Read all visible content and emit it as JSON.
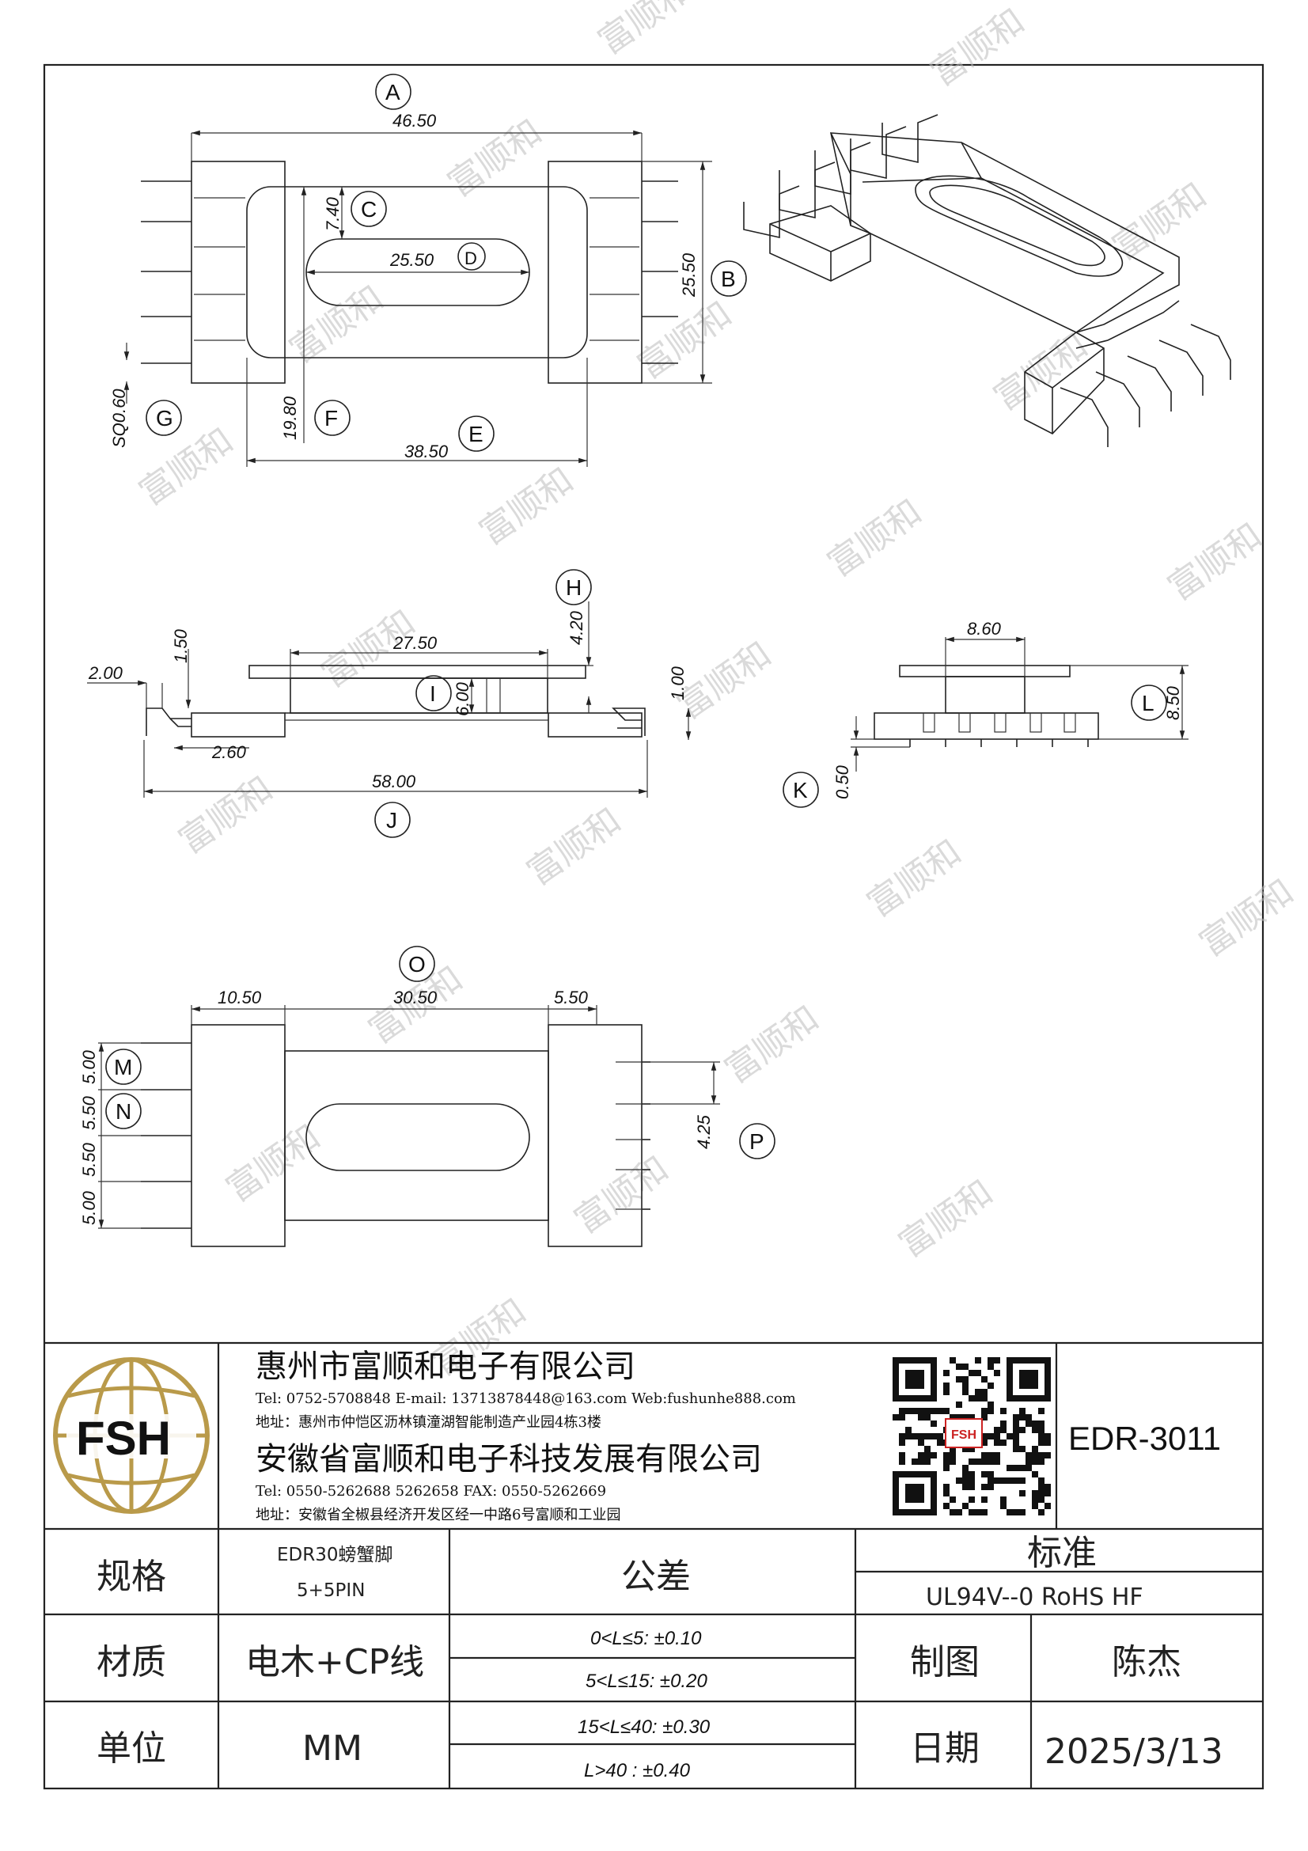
{
  "dimensions": {
    "a": "46.50",
    "b": "25.50",
    "c": "7.40",
    "d": "25.50",
    "e": "38.50",
    "f": "19.80",
    "g": "SQ0.60",
    "h": "4.20",
    "h2": "1.50",
    "i": "6.00",
    "j": "58.00",
    "top_w": "27.50",
    "pin_w": "2.00",
    "pin_off": "2.60",
    "pin_drop": "1.00",
    "k": "0.50",
    "l": "8.50",
    "end_w": "8.60",
    "o_left": "10.50",
    "o_mid": "30.50",
    "o_right": "5.50",
    "m": "5.00",
    "n": "5.50",
    "n2": "5.50",
    "m2": "5.00",
    "p": "4.25"
  },
  "labels": {
    "A": "A",
    "B": "B",
    "C": "C",
    "D": "D",
    "E": "E",
    "F": "F",
    "G": "G",
    "H": "H",
    "I": "I",
    "J": "J",
    "K": "K",
    "L": "L",
    "M": "M",
    "N": "N",
    "O": "O",
    "P": "P"
  },
  "watermark": "富顺和",
  "title_block": {
    "logo_text": "FSH",
    "company1": "惠州市富顺和电子有限公司",
    "company1_contact": "Tel: 0752-5708848  E-mail: 13713878448@163.com  Web:fushunhe888.com",
    "company1_address": "地址：惠州市仲恺区沥林镇潼湖智能制造产业园4栋3楼",
    "company2": "安徽省富顺和电子科技发展有限公司",
    "company2_contact": "Tel:  0550-5262688  5262658      FAX: 0550-5262669",
    "company2_address": "地址：安徽省全椒县经济开发区经一中路6号富顺和工业园",
    "qr_badge": "FSH",
    "part_no": "EDR-3011",
    "spec_label": "规格",
    "spec_value1": "EDR30螃蟹脚",
    "spec_value2": "5+5PIN",
    "tolerance_label": "公差",
    "standard_label": "标准",
    "standard_value": "UL94V--0  RoHS HF",
    "material_label": "材质",
    "material_value": "电木+CP线",
    "tol1": "0<L≤5: ±0.10",
    "tol2": "5<L≤15: ±0.20",
    "tol3": "15<L≤40: ±0.30",
    "tol4": "L>40 :  ±0.40",
    "drafter_label": "制图",
    "drafter_value": "陈杰",
    "unit_label": "单位",
    "unit_value": "MM",
    "date_label": "日期",
    "date_value": "2025/3/13"
  }
}
